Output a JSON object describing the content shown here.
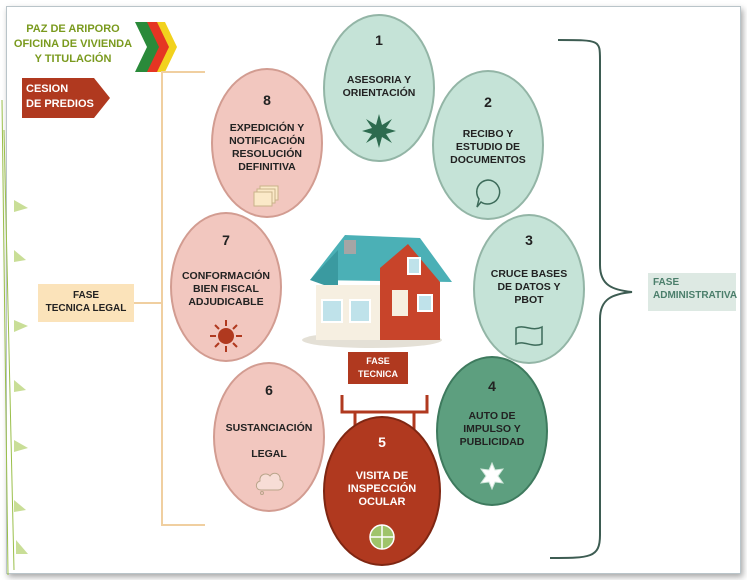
{
  "header": {
    "line1": "PAZ DE ARIPORO",
    "line2": "OFICINA DE VIVIENDA",
    "line3": "Y TITULACIÓN"
  },
  "banner": {
    "line1": "CESION",
    "line2": "DE PREDIOS"
  },
  "phases": {
    "legal": {
      "line1": "FASE",
      "line2": "TECNICA LEGAL"
    },
    "administrativa": {
      "line1": "FASE",
      "line2": "ADMINISTRATIVA"
    },
    "tecnica": {
      "line1": "FASE",
      "line2": "TECNICA"
    }
  },
  "steps": [
    {
      "num": "1",
      "lines": [
        "ASESORIA Y",
        "ORIENTACIÓN"
      ],
      "icon": "starburst-icon"
    },
    {
      "num": "2",
      "lines": [
        "RECIBO Y",
        "ESTUDIO DE",
        "DOCUMENTOS"
      ],
      "icon": "speech-bubble-icon"
    },
    {
      "num": "3",
      "lines": [
        "CRUCE BASES",
        "DE DATOS Y",
        "PBOT"
      ],
      "icon": "wave-flag-icon"
    },
    {
      "num": "4",
      "lines": [
        "AUTO DE",
        "IMPULSO Y",
        "PUBLICIDAD"
      ],
      "icon": "star-icon"
    },
    {
      "num": "5",
      "lines": [
        "VISITA DE",
        "INSPECCIÓN",
        "OCULAR"
      ],
      "icon": "crosshair-icon"
    },
    {
      "num": "6",
      "lines": [
        "SUSTANCIACIÓN",
        "",
        "LEGAL"
      ],
      "icon": "cloud-icon"
    },
    {
      "num": "7",
      "lines": [
        "CONFORMACIÓN",
        "BIEN FISCAL",
        "ADJUDICABLE"
      ],
      "icon": "sun-icon"
    },
    {
      "num": "8",
      "lines": [
        "EXPEDICIÓN Y",
        "NOTIFICACIÓN",
        "RESOLUCIÓN",
        "DEFINITIVA"
      ],
      "icon": "stacked-pages-icon"
    }
  ],
  "center_image": "house-icon",
  "colors": {
    "teal": "#c5e3d7",
    "pink": "#f2c7bf",
    "green": "#5d9f7f",
    "red": "#b0391f",
    "header_green": "#7a9a1e"
  }
}
